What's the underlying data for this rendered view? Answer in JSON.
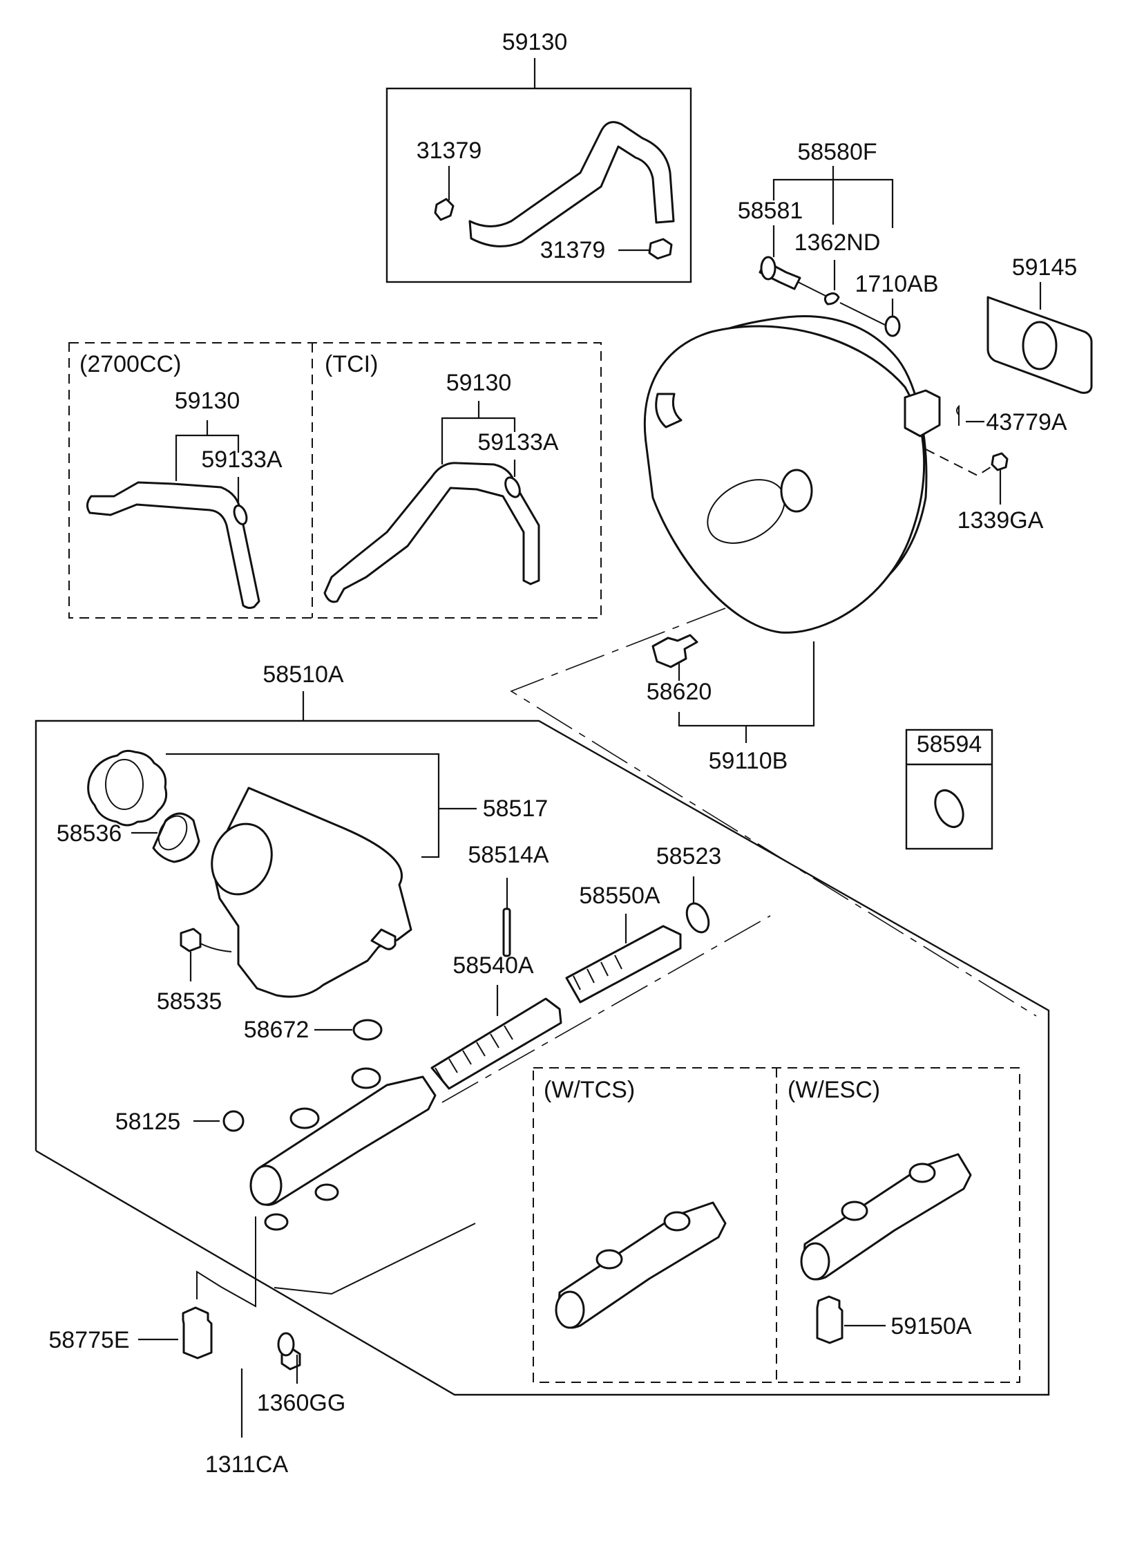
{
  "diagram": {
    "title": "Brake Master Cylinder & Booster Assembly",
    "background": "#ffffff",
    "line_color": "#111111",
    "groups": {
      "vacuum_hose_kit": {
        "label": "59130"
      },
      "variant_2700cc": {
        "label": "(2700CC)",
        "hose": "59130",
        "clip": "59133A"
      },
      "variant_tci": {
        "label": "(TCI)",
        "hose": "59130",
        "clip": "59133A"
      },
      "master_cylinder_assy": {
        "label": "58510A"
      },
      "variant_wtcs": {
        "label": "(W/TCS)"
      },
      "variant_wesc": {
        "label": "(W/ESC)",
        "part": "59150A"
      },
      "kit_58594": {
        "label": "58594"
      }
    },
    "labels": {
      "p59130_top": "59130",
      "p31379_a": "31379",
      "p31379_b": "31379",
      "p58580F": "58580F",
      "p58581": "58581",
      "p1362ND": "1362ND",
      "p1710AB": "1710AB",
      "p59145": "59145",
      "p43779A": "43779A",
      "p1339GA": "1339GA",
      "v2700cc": "(2700CC)",
      "p59130_l": "59130",
      "p59133A_l": "59133A",
      "vtci": "(TCI)",
      "p59130_r": "59130",
      "p59133A_r": "59133A",
      "p58620": "58620",
      "p59110B": "59110B",
      "p58594": "58594",
      "p58510A": "58510A",
      "p58517": "58517",
      "p58536": "58536",
      "p58514A": "58514A",
      "p58523": "58523",
      "p58550A": "58550A",
      "p58540A": "58540A",
      "p58535": "58535",
      "p58672": "58672",
      "p58125": "58125",
      "vwtcs": "(W/TCS)",
      "vwesc": "(W/ESC)",
      "p59150A": "59150A",
      "p58775E": "58775E",
      "p1360GG": "1360GG",
      "p1311CA": "1311CA"
    }
  }
}
